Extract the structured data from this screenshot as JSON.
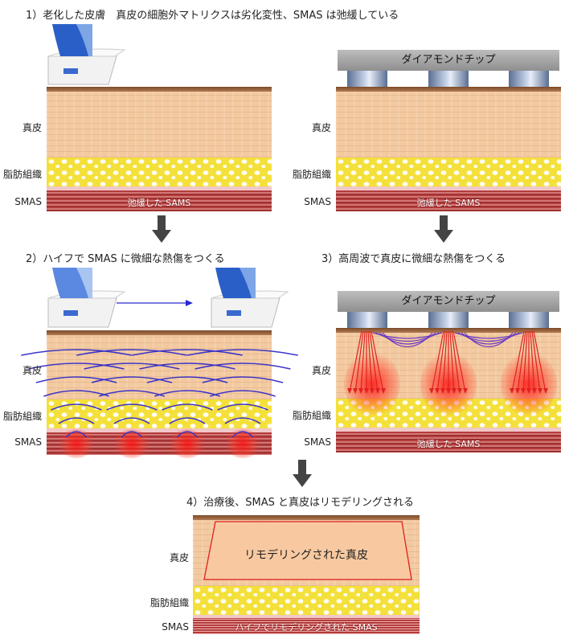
{
  "panel1": {
    "title": "1）老化した皮膚　真皮の細胞外マトリクスは劣化変性、SMAS は弛緩している",
    "labels": {
      "dermis": "真皮",
      "fat": "脂肪組織",
      "smas": "SMAS"
    },
    "smas_text": "弛緩した SAMS"
  },
  "panel1r": {
    "chip_label": "ダイアモンドチップ",
    "labels": {
      "dermis": "真皮",
      "fat": "脂肪組織",
      "smas": "SMAS"
    },
    "smas_text": "弛緩した SAMS"
  },
  "panel2": {
    "title": "2）ハイフで SMAS に微細な熱傷をつくる",
    "labels": {
      "dermis": "真皮",
      "fat": "脂肪組織",
      "smas": "SMAS"
    }
  },
  "panel3": {
    "title": "3）高周波で真皮に微細な熱傷をつくる",
    "chip_label": "ダイアモンドチップ",
    "labels": {
      "dermis": "真皮",
      "fat": "脂肪組織",
      "smas": "SMAS"
    },
    "smas_text": "弛緩した SAMS"
  },
  "panel4": {
    "title": "4）治療後、SMAS と真皮はリモデリングされる",
    "dermis_text": "リモデリングされた真皮",
    "labels": {
      "dermis": "真皮",
      "fat": "脂肪組織",
      "smas": "SMAS"
    },
    "smas_text": "ハイフでリモデリングされた SMAS"
  },
  "colors": {
    "dermis": "#f3c9a0",
    "fat": "#f4e03a",
    "smas": "#b43c3c",
    "hifu_wave": "#3a34c8",
    "rf_arrow": "#e02020",
    "rf_current": "#6a3ac0",
    "remodel_border": "#e02020",
    "arrow": "#444444"
  },
  "icons": [
    "hifu-device-icon",
    "diamond-chip-icon",
    "down-arrow-icon",
    "right-arrow-icon"
  ]
}
